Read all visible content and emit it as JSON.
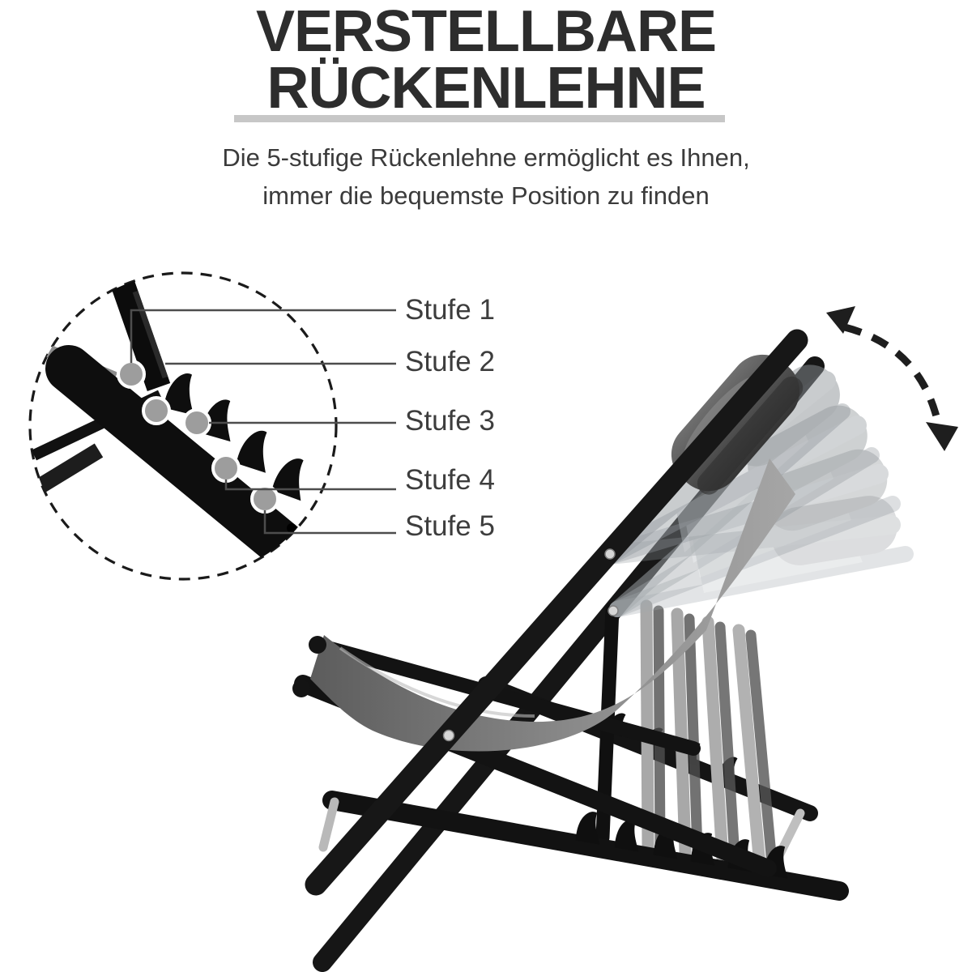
{
  "header": {
    "title_line1": "VERSTELLBARE",
    "title_line2": "RÜCKENLEHNE",
    "subtitle_line1": "Die 5-stufige Rückenlehne ermöglicht es Ihnen,",
    "subtitle_line2": "immer die bequemste Position zu finden",
    "title_color": "#2d2d2d",
    "subtitle_color": "#3b3b3b",
    "underline_color": "#c7c7c7"
  },
  "callouts": {
    "items": [
      {
        "label": "Stufe 1"
      },
      {
        "label": "Stufe 2"
      },
      {
        "label": "Stufe 3"
      },
      {
        "label": "Stufe 4"
      },
      {
        "label": "Stufe 5"
      }
    ],
    "line_color": "#4d4d4d",
    "label_color": "#3d3d3d",
    "positions_count": 5
  },
  "diagram": {
    "detail_view": "dashed-circle close-up of 5-notch adjustment rack",
    "chair_view": "folding deck chair side view with 5 ghosted backrest recline positions",
    "motion_hint": "dashed curved double-headed arrow",
    "frame_color": "#151515",
    "fabric_color": "#808080",
    "ghost_color": "#9aa0a4",
    "notch_dot_color": "#9d9d9d"
  }
}
